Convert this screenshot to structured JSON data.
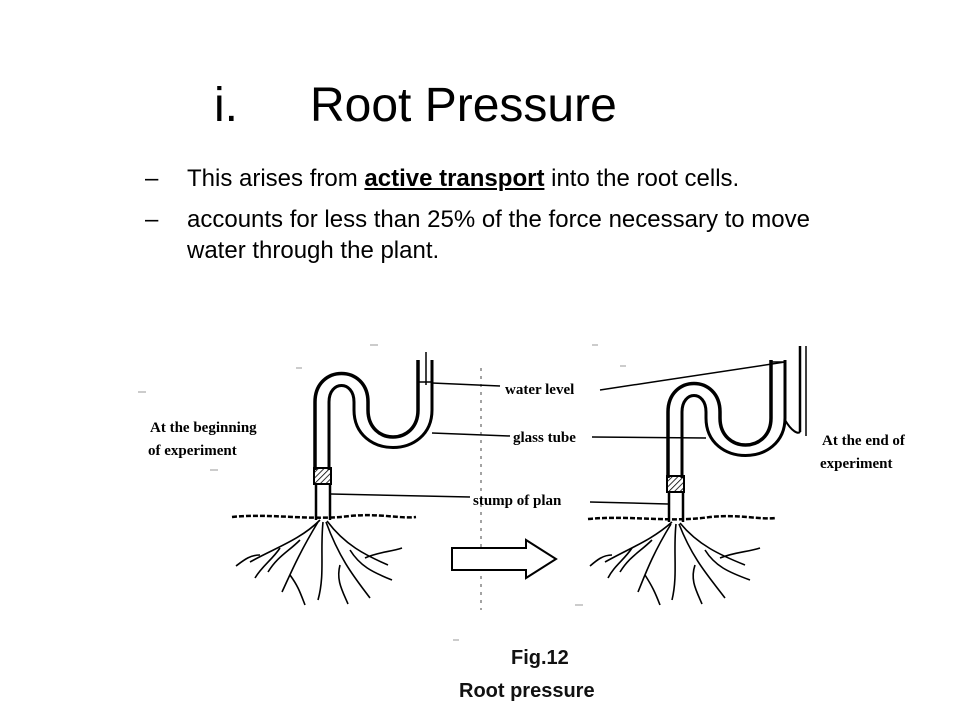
{
  "slide": {
    "title_number": "i.",
    "title_text": "Root Pressure",
    "bullets": [
      {
        "marker": "–",
        "before": "This arises from ",
        "emphasis": "active transport",
        "after": " into the root cells."
      },
      {
        "marker": "–",
        "text": "accounts for less than 25% of the force necessary to move water through the plant."
      }
    ]
  },
  "figure": {
    "left_caption": [
      "At the beginning",
      "of experiment"
    ],
    "right_caption": [
      "At the end of",
      "experiment"
    ],
    "labels": {
      "water_level": "water level",
      "glass_tube": "glass tube",
      "stump": "stump of plan"
    },
    "fig_number": "Fig.12",
    "fig_title": "Root pressure"
  }
}
